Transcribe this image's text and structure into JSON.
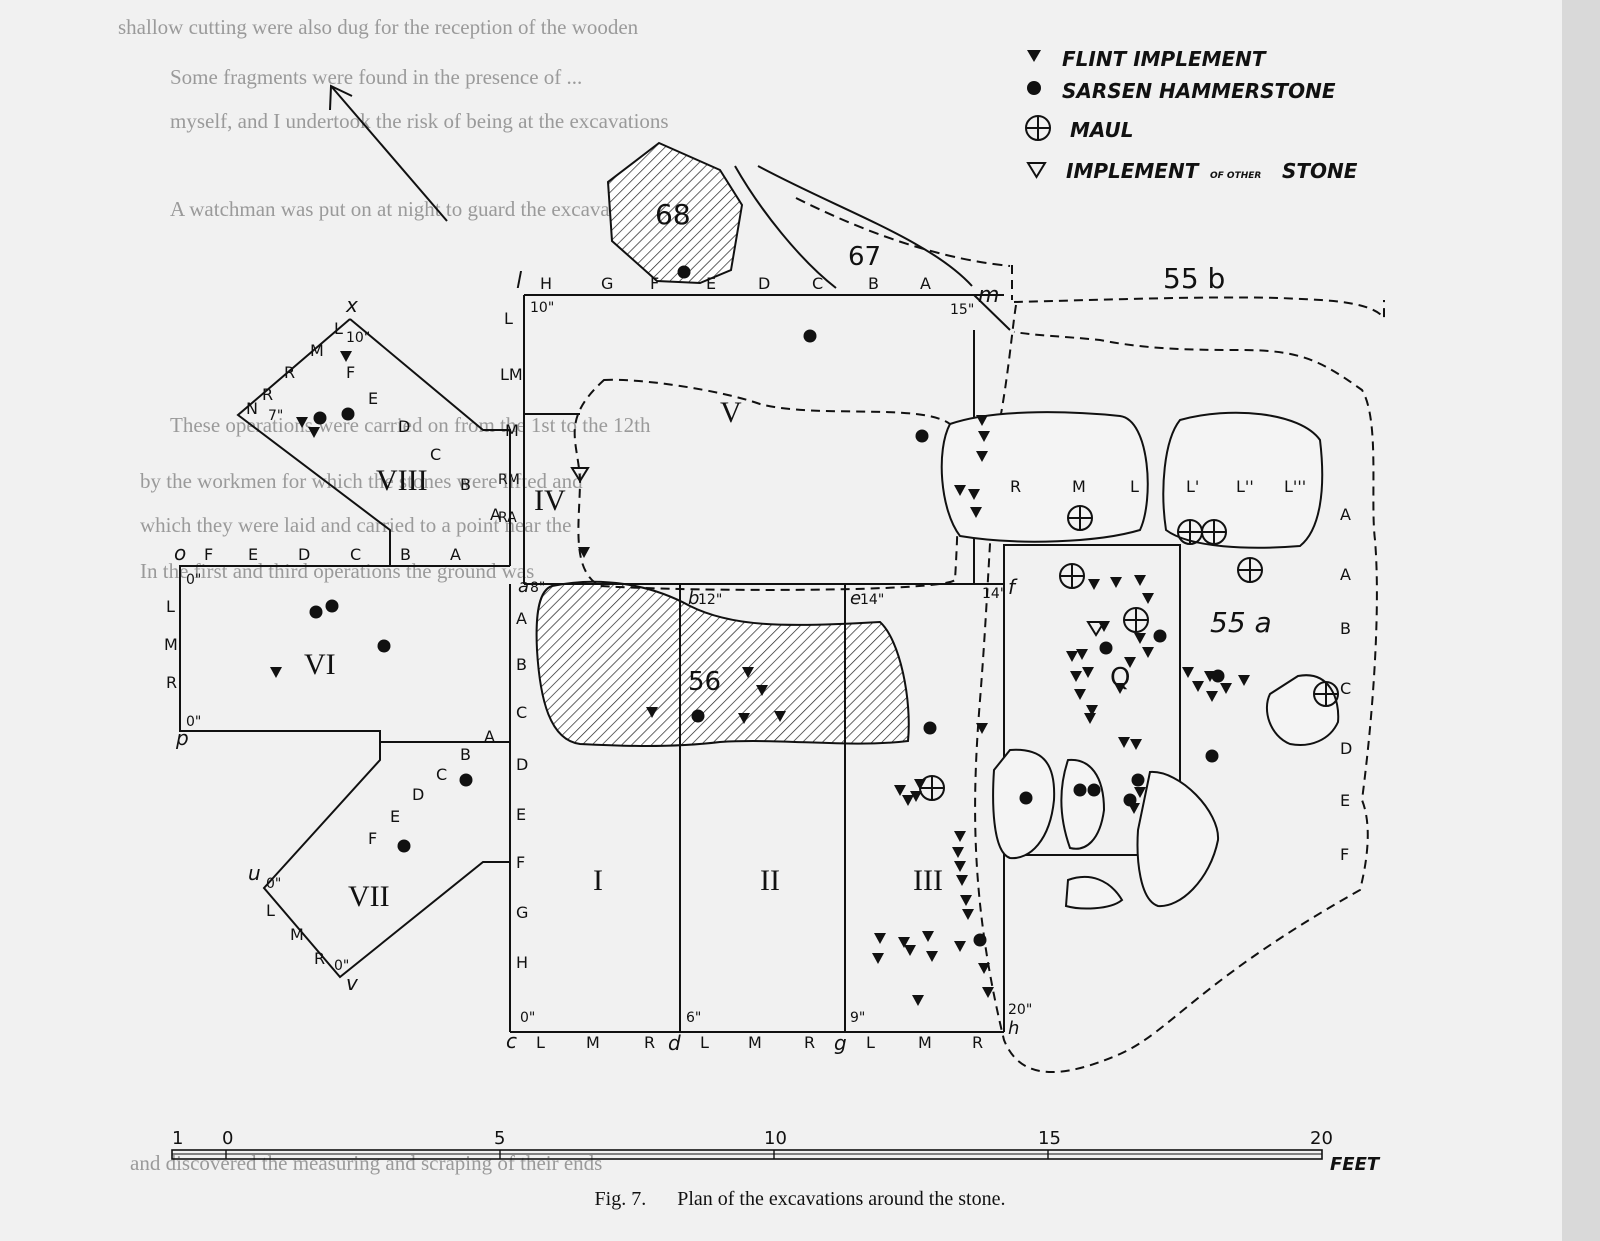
{
  "caption": {
    "fig": "Fig. 7.",
    "text": "Plan of the excavations around the stone."
  },
  "legend": {
    "flint": "FLINT IMPLEMENT",
    "sarsen": "SARSEN HAMMERSTONE",
    "maul": "MAUL",
    "implement_main": "IMPLEMENT",
    "implement_small": "OF OTHER",
    "implement_end": "STONE",
    "icons": [
      "filled-triangle-icon",
      "filled-circle-icon",
      "circle-cross-icon",
      "open-triangle-icon"
    ]
  },
  "stones": {
    "s68": "68",
    "s67": "67",
    "s55b": "55 b",
    "s56": "56",
    "s55a": "55 a",
    "q": "Q"
  },
  "sections": {
    "I": "I",
    "II": "II",
    "III": "III",
    "IV": "IV",
    "V": "V",
    "VI": "VI",
    "VII": "VII",
    "VIII": "VIII"
  },
  "scale": {
    "t1": "1",
    "t0": "0",
    "t5": "5",
    "t10": "10",
    "t15": "15",
    "t20": "20",
    "unit": "FEET"
  },
  "letters": {
    "l": "l",
    "H": "H",
    "G": "G",
    "F": "F",
    "E": "E",
    "D": "D",
    "C": "C",
    "B": "B",
    "A": "A",
    "m": "m",
    "x": "x",
    "o": "o",
    "p": "p",
    "u": "u",
    "v": "v",
    "a": "a",
    "b": "b",
    "e": "e",
    "f": "f",
    "c": "c",
    "d": "d",
    "g": "g",
    "h": "h",
    "L": "L",
    "M": "M",
    "R": "R",
    "N": "N",
    "LM": "LM",
    "RM": "RM",
    "RA": "RA",
    "Lp": "L'",
    "Lpp": "L''",
    "Lppp": "L'''",
    "d10": "10\"",
    "d15": "15\"",
    "d0": "0\"",
    "d8": "8\"",
    "d12": "12\"",
    "d14": "14\"",
    "d6": "6\"",
    "d9": "9\"",
    "d20": "20\"",
    "d7": "7\""
  },
  "background_text": [
    "shallow cutting were also dug for the reception of the wooden",
    "Some fragments were found in the presence of ...",
    "myself, and I undertook the risk of being at the excavations",
    "A watchman was put on at night to guard the excavations",
    "These operations were carried on from the 1st to the 12th",
    "by the workmen for which the stones were lifted and",
    "which they were laid and carried to a point near the",
    "In the first and third operations the ground was",
    "and discovered the measuring and scraping of their ends"
  ],
  "colors": {
    "ink": "#111111",
    "paper": "#f1f1f1",
    "ghost": "#9a9a9a"
  }
}
